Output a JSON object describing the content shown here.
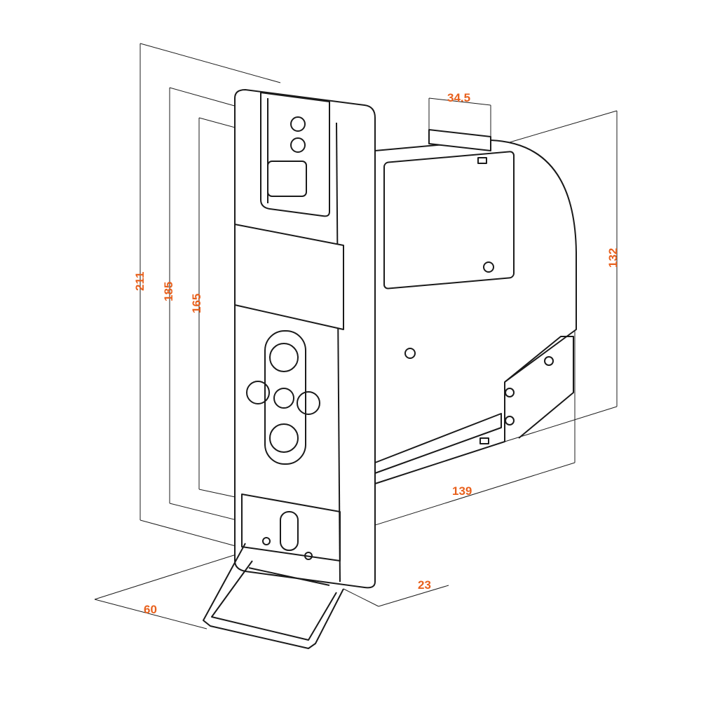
{
  "title": "Roller shutter belt winder dimension drawing",
  "accent_color": "#e8601c",
  "dimensions": {
    "height_total": "211",
    "height_middle": "185",
    "height_inner": "165",
    "top_width": "34.5",
    "side_height": "132",
    "depth": "139",
    "foot_width": "60",
    "faceplate_depth": "23"
  }
}
